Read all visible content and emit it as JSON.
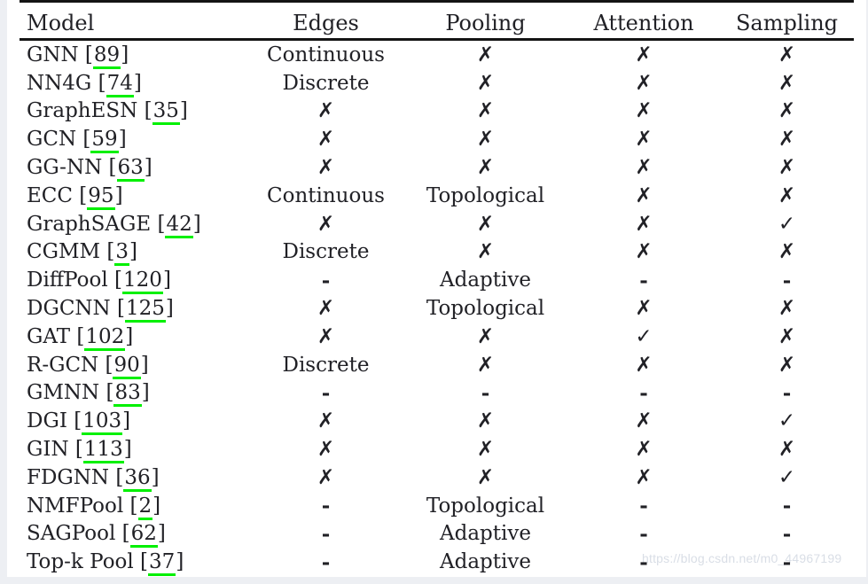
{
  "page": {
    "watermark": "https://blog.csdn.net/m0_44967199",
    "background_color": "#edeff3",
    "sheet_color": "#ffffff",
    "rule_color": "#141414",
    "citation_underline_color": "#00f000",
    "watermark_color": "#d9dee6"
  },
  "table": {
    "columns": [
      {
        "key": "model",
        "label": "Model"
      },
      {
        "key": "edges",
        "label": "Edges"
      },
      {
        "key": "pooling",
        "label": "Pooling"
      },
      {
        "key": "attention",
        "label": "Attention"
      },
      {
        "key": "sampling",
        "label": "Sampling"
      }
    ],
    "symbols": {
      "no": "✗",
      "yes": "✓",
      "not_applicable": "-"
    },
    "rows": [
      {
        "model": "GNN",
        "ref": "89",
        "edges": "Continuous",
        "pooling": "✗",
        "attention": "✗",
        "sampling": "✗"
      },
      {
        "model": "NN4G",
        "ref": "74",
        "edges": "Discrete",
        "pooling": "✗",
        "attention": "✗",
        "sampling": "✗"
      },
      {
        "model": "GraphESN",
        "ref": "35",
        "edges": "✗",
        "pooling": "✗",
        "attention": "✗",
        "sampling": "✗"
      },
      {
        "model": "GCN",
        "ref": "59",
        "edges": "✗",
        "pooling": "✗",
        "attention": "✗",
        "sampling": "✗"
      },
      {
        "model": "GG-NN",
        "ref": "63",
        "edges": "✗",
        "pooling": "✗",
        "attention": "✗",
        "sampling": "✗"
      },
      {
        "model": "ECC",
        "ref": "95",
        "edges": "Continuous",
        "pooling": "Topological",
        "attention": "✗",
        "sampling": "✗"
      },
      {
        "model": "GraphSAGE",
        "ref": "42",
        "edges": "✗",
        "pooling": "✗",
        "attention": "✗",
        "sampling": "✓"
      },
      {
        "model": "CGMM",
        "ref": "3",
        "edges": "Discrete",
        "pooling": "✗",
        "attention": "✗",
        "sampling": "✗"
      },
      {
        "model": "DiffPool",
        "ref": "120",
        "edges": "-",
        "pooling": "Adaptive",
        "attention": "-",
        "sampling": "-"
      },
      {
        "model": "DGCNN",
        "ref": "125",
        "edges": "✗",
        "pooling": "Topological",
        "attention": "✗",
        "sampling": "✗"
      },
      {
        "model": "GAT",
        "ref": "102",
        "edges": "✗",
        "pooling": "✗",
        "attention": "✓",
        "sampling": "✗"
      },
      {
        "model": "R-GCN",
        "ref": "90",
        "edges": "Discrete",
        "pooling": "✗",
        "attention": "✗",
        "sampling": "✗"
      },
      {
        "model": "GMNN",
        "ref": "83",
        "edges": "-",
        "pooling": "-",
        "attention": "-",
        "sampling": "-"
      },
      {
        "model": "DGI",
        "ref": "103",
        "edges": "✗",
        "pooling": "✗",
        "attention": "✗",
        "sampling": "✓"
      },
      {
        "model": "GIN",
        "ref": "113",
        "edges": "✗",
        "pooling": "✗",
        "attention": "✗",
        "sampling": "✗"
      },
      {
        "model": "FDGNN",
        "ref": "36",
        "edges": "✗",
        "pooling": "✗",
        "attention": "✗",
        "sampling": "✓"
      },
      {
        "model": "NMFPool",
        "ref": "2",
        "edges": "-",
        "pooling": "Topological",
        "attention": "-",
        "sampling": "-"
      },
      {
        "model": "SAGPool",
        "ref": "62",
        "edges": "-",
        "pooling": "Adaptive",
        "attention": "-",
        "sampling": "-"
      },
      {
        "model": "Top-k Pool",
        "ref": "37",
        "edges": "-",
        "pooling": "Adaptive",
        "attention": "-",
        "sampling": "-"
      }
    ]
  }
}
